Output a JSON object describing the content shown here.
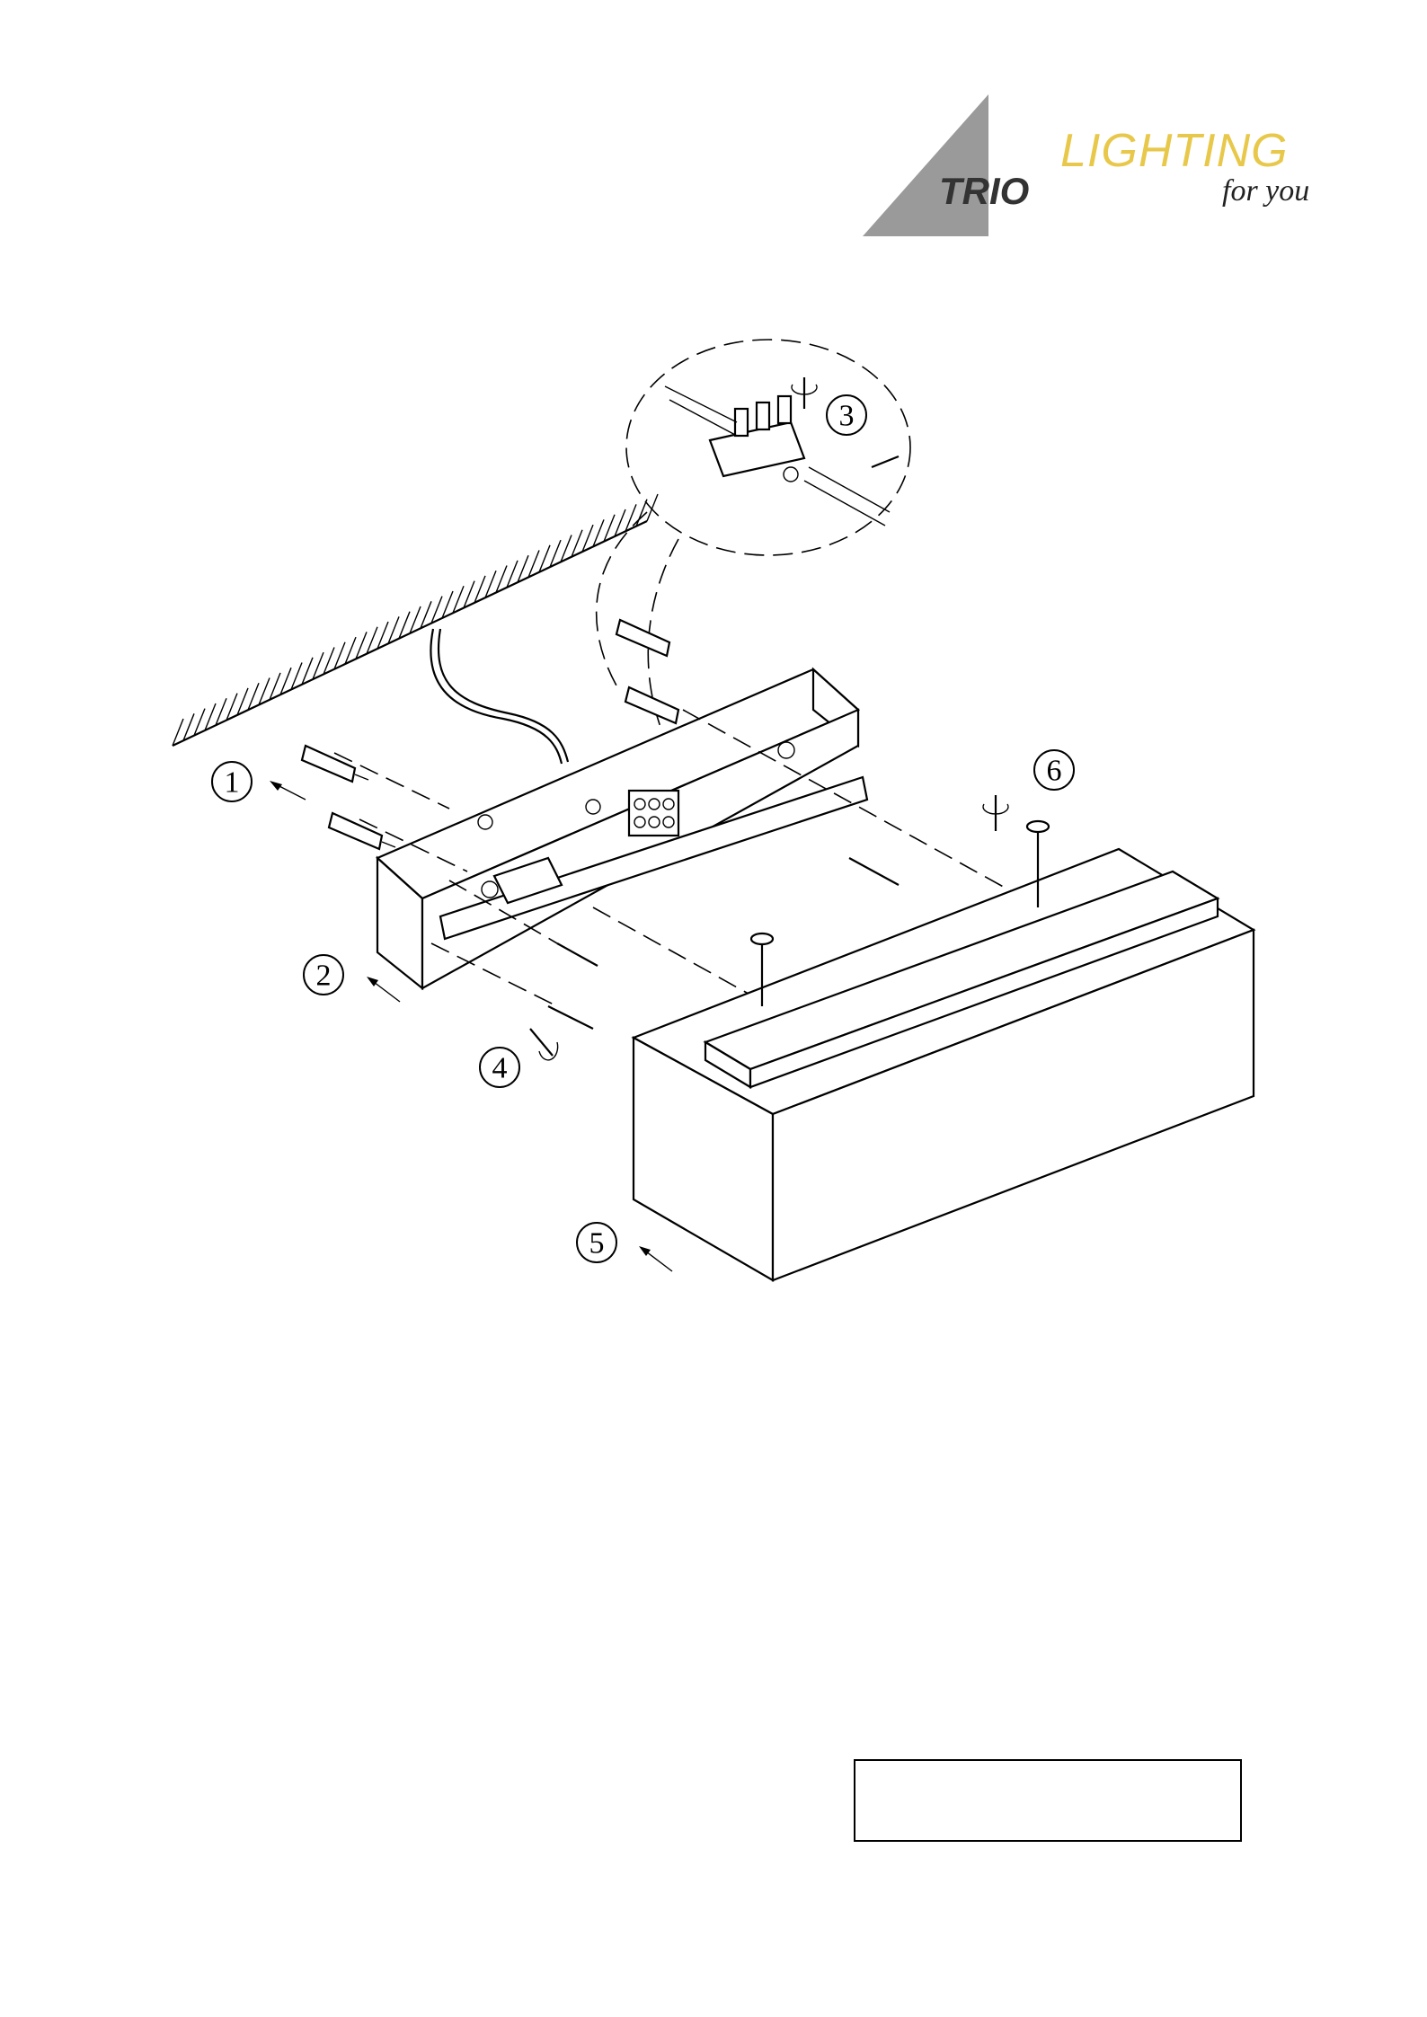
{
  "logo": {
    "brand": "TRIO",
    "word": "LIGHTING",
    "tagline": "for you",
    "accent_color": "#e8c84a",
    "triangle_color": "#9a9a9a"
  },
  "steps": [
    {
      "number": "1"
    },
    {
      "number": "2"
    },
    {
      "number": "3"
    },
    {
      "number": "4"
    },
    {
      "number": "5"
    },
    {
      "number": "6"
    }
  ],
  "blank_box": {
    "text": ""
  }
}
